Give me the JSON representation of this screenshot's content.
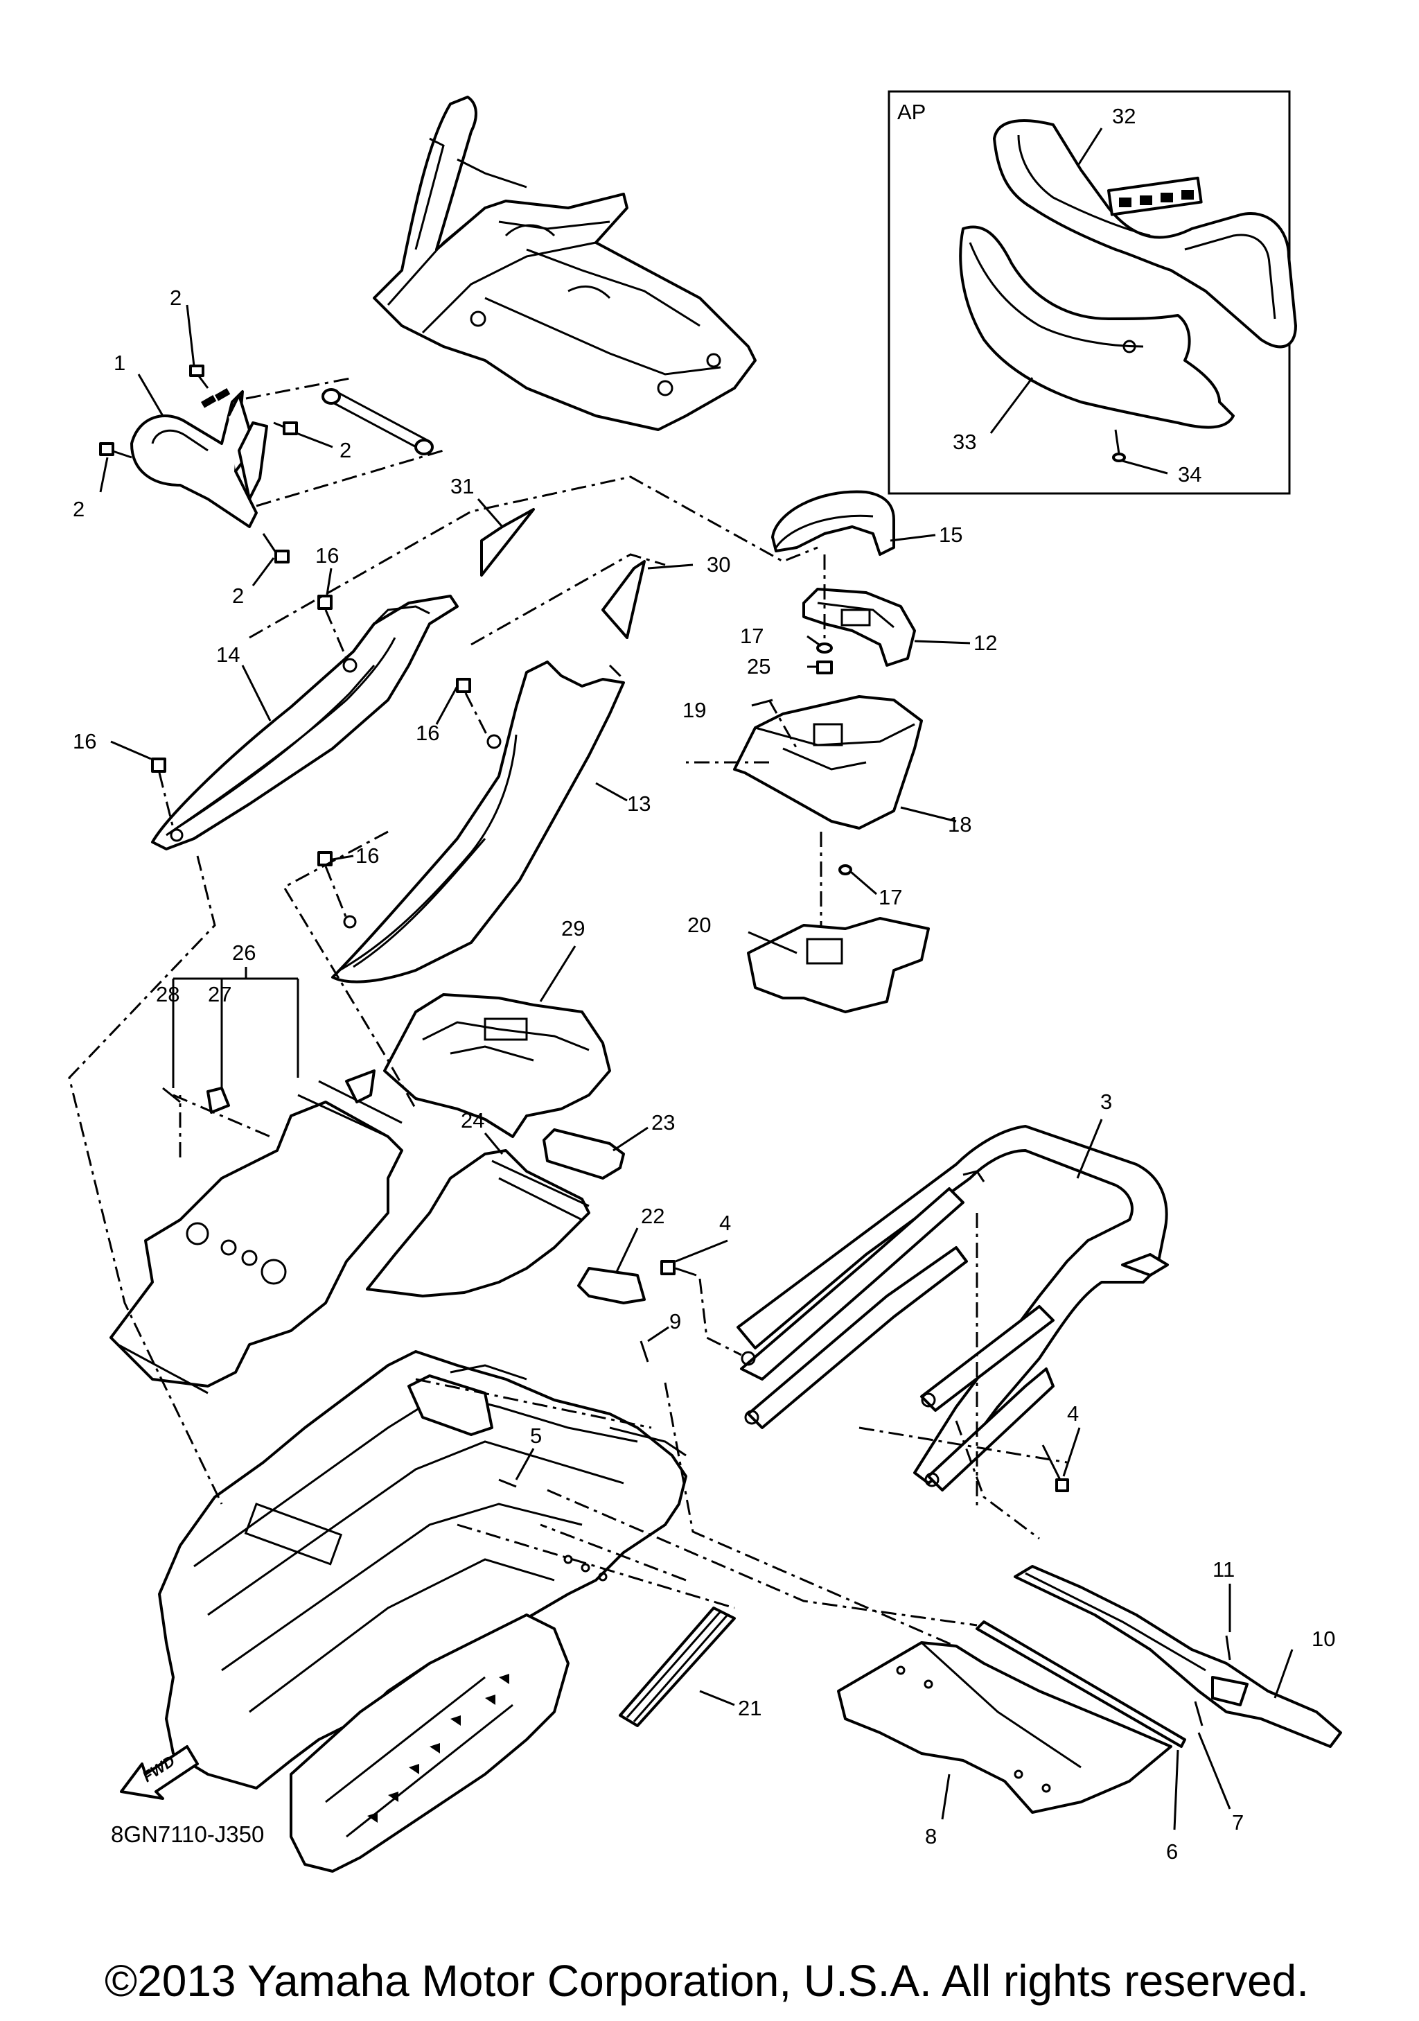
{
  "diagram": {
    "inset_label": "AP",
    "part_code": "8GN7110-J350",
    "fwd_label": "FWD",
    "copyright": "©2013 Yamaha Motor Corporation, U.S.A. All rights reserved.",
    "callouts": [
      {
        "id": "c1",
        "label": "1"
      },
      {
        "id": "c2a",
        "label": "2"
      },
      {
        "id": "c2b",
        "label": "2"
      },
      {
        "id": "c2c",
        "label": "2"
      },
      {
        "id": "c2d",
        "label": "2"
      },
      {
        "id": "c3",
        "label": "3"
      },
      {
        "id": "c4a",
        "label": "4"
      },
      {
        "id": "c4b",
        "label": "4"
      },
      {
        "id": "c5",
        "label": "5"
      },
      {
        "id": "c6",
        "label": "6"
      },
      {
        "id": "c7",
        "label": "7"
      },
      {
        "id": "c8",
        "label": "8"
      },
      {
        "id": "c9",
        "label": "9"
      },
      {
        "id": "c10",
        "label": "10"
      },
      {
        "id": "c11",
        "label": "11"
      },
      {
        "id": "c12",
        "label": "12"
      },
      {
        "id": "c13",
        "label": "13"
      },
      {
        "id": "c14",
        "label": "14"
      },
      {
        "id": "c15",
        "label": "15"
      },
      {
        "id": "c16a",
        "label": "16"
      },
      {
        "id": "c16b",
        "label": "16"
      },
      {
        "id": "c16c",
        "label": "16"
      },
      {
        "id": "c16d",
        "label": "16"
      },
      {
        "id": "c17a",
        "label": "17"
      },
      {
        "id": "c17b",
        "label": "17"
      },
      {
        "id": "c18",
        "label": "18"
      },
      {
        "id": "c19",
        "label": "19"
      },
      {
        "id": "c20",
        "label": "20"
      },
      {
        "id": "c21",
        "label": "21"
      },
      {
        "id": "c22",
        "label": "22"
      },
      {
        "id": "c23",
        "label": "23"
      },
      {
        "id": "c24",
        "label": "24"
      },
      {
        "id": "c25",
        "label": "25"
      },
      {
        "id": "c26",
        "label": "26"
      },
      {
        "id": "c27",
        "label": "27"
      },
      {
        "id": "c28",
        "label": "28"
      },
      {
        "id": "c29",
        "label": "29"
      },
      {
        "id": "c30",
        "label": "30"
      },
      {
        "id": "c31",
        "label": "31"
      },
      {
        "id": "c32",
        "label": "32"
      },
      {
        "id": "c33",
        "label": "33"
      },
      {
        "id": "c34",
        "label": "34"
      }
    ]
  }
}
